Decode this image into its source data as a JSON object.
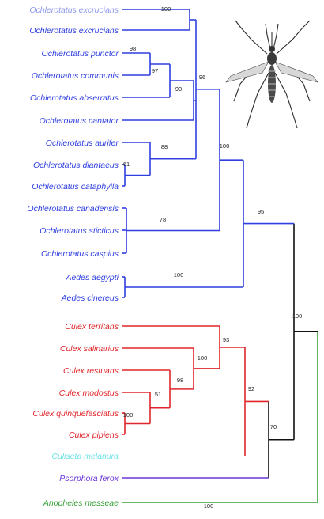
{
  "taxa": [
    {
      "name": "Ochlerotatus excrucians",
      "clade": "ochlerotatus"
    },
    {
      "name": "Ochlerotatus excrucians",
      "clade": "ochlerotatus"
    },
    {
      "name": "Ochlerotatus punctor",
      "clade": "ochlerotatus"
    },
    {
      "name": "Ochlerotatus communis",
      "clade": "ochlerotatus"
    },
    {
      "name": "Ochlerotatus abserratus",
      "clade": "ochlerotatus"
    },
    {
      "name": "Ochlerotatus cantator",
      "clade": "ochlerotatus"
    },
    {
      "name": "Ochlerotatus aurifer",
      "clade": "ochlerotatus"
    },
    {
      "name": "Ochlerotatus diantaeus",
      "clade": "ochlerotatus"
    },
    {
      "name": "Ochlerotatus cataphylla",
      "clade": "ochlerotatus"
    },
    {
      "name": "Ochlerotatus canadensis",
      "clade": "ochlerotatus"
    },
    {
      "name": "Ochlerotatus sticticus",
      "clade": "ochlerotatus"
    },
    {
      "name": "Ochlerotatus caspius",
      "clade": "ochlerotatus"
    },
    {
      "name": "Aedes aegypti",
      "clade": "aedes"
    },
    {
      "name": "Aedes cinereus",
      "clade": "aedes"
    },
    {
      "name": "Culex territans",
      "clade": "culex"
    },
    {
      "name": "Culex salinarius",
      "clade": "culex"
    },
    {
      "name": "Culex restuans",
      "clade": "culex"
    },
    {
      "name": "Culex modostus",
      "clade": "culex"
    },
    {
      "name": "Culex quinquefasciatus",
      "clade": "culex"
    },
    {
      "name": "Culex pipiens",
      "clade": "culex"
    },
    {
      "name": "Culiseta melanura",
      "clade": "culiseta"
    },
    {
      "name": "Psorphora ferox",
      "clade": "psorophora"
    },
    {
      "name": "Anopheles messeae",
      "clade": "anopheles"
    }
  ],
  "nodes": [
    {
      "id": "n_top",
      "support": "100"
    },
    {
      "id": "n_pc",
      "support": "98"
    },
    {
      "id": "n_pca",
      "support": "97"
    },
    {
      "id": "n_pcac",
      "support": "90"
    },
    {
      "id": "n_dc",
      "support": "61"
    },
    {
      "id": "n_adc",
      "support": "88"
    },
    {
      "id": "n_ochA",
      "support": "96"
    },
    {
      "id": "n_can",
      "support": "78"
    },
    {
      "id": "n_ochB",
      "support": "100"
    },
    {
      "id": "n_aed",
      "support": "100"
    },
    {
      "id": "n_aedini",
      "support": "95"
    },
    {
      "id": "n_qp",
      "support": "100"
    },
    {
      "id": "n_mqp",
      "support": "51"
    },
    {
      "id": "n_rm",
      "support": "98"
    },
    {
      "id": "n_sr",
      "support": "100"
    },
    {
      "id": "n_cul",
      "support": "93"
    },
    {
      "id": "n_culcs",
      "support": "92"
    },
    {
      "id": "n_ccp",
      "support": "70"
    },
    {
      "id": "n_root",
      "support": "100"
    },
    {
      "id": "n_anoph",
      "support": "100"
    }
  ],
  "colors": {
    "ochlerotatus": "#2f3fe0",
    "aedes": "#2f3fe0",
    "culex": "#e0262b",
    "culiseta": "#6fe3e8",
    "psorophora": "#6a35d6",
    "anopheles": "#3aa13a",
    "backbone": "#111111"
  },
  "illustration": {
    "icon": "mosquito-icon"
  }
}
